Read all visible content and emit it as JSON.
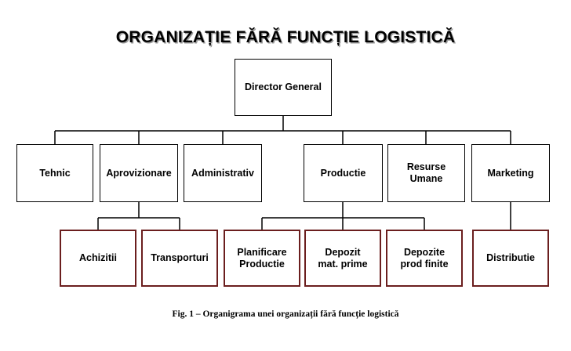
{
  "title": "ORGANIZAȚIE FĂRĂ FUNCȚIE LOGISTICĂ",
  "root": {
    "label": "Director General"
  },
  "departments": [
    {
      "id": "tehnic",
      "label": "Tehnic"
    },
    {
      "id": "aprovizionare",
      "label": "Aprovizionare"
    },
    {
      "id": "administrativ",
      "label": "Administrativ"
    },
    {
      "id": "productie",
      "label": "Productie"
    },
    {
      "id": "resurse-umane",
      "label": "Resurse\nUmane"
    },
    {
      "id": "marketing",
      "label": "Marketing"
    }
  ],
  "subunits": [
    {
      "id": "achizitii",
      "parent": "aprovizionare",
      "label": "Achizitii"
    },
    {
      "id": "transporturi",
      "parent": "aprovizionare",
      "label": "Transporturi"
    },
    {
      "id": "planificare-productie",
      "parent": "productie",
      "label": "Planificare\nProductie"
    },
    {
      "id": "depozit-mat-prime",
      "parent": "productie",
      "label": "Depozit\nmat. prime"
    },
    {
      "id": "depozite-prod-finite",
      "parent": "productie",
      "label": "Depozite\nprod finite"
    },
    {
      "id": "distributie",
      "parent": "marketing",
      "label": "Distributie"
    }
  ],
  "caption": "Fig. 1 – Organigrama unei organizații fără funcție logistică",
  "colors": {
    "subunit_border": "#6b1e1e",
    "line": "#000000"
  }
}
